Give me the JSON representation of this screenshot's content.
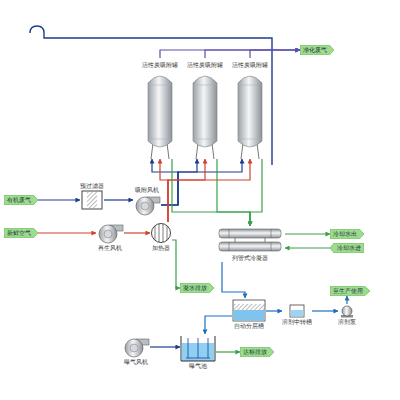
{
  "diagram": {
    "nodes": [
      {
        "text": [
          "净化废气"
        ]
      },
      {
        "text": [
          "活性炭吸附罐"
        ]
      },
      {
        "text": [
          "活性炭吸附罐"
        ]
      },
      {
        "text": [
          "活性炭吸附罐"
        ]
      },
      {
        "text": [
          "有机废气"
        ]
      },
      {
        "text": [
          "预过滤器"
        ]
      },
      {
        "text": [
          "吸附风机"
        ]
      },
      {
        "text": [
          "新鲜空气"
        ]
      },
      {
        "text": [
          "再生风机"
        ]
      },
      {
        "text": [
          "加热器"
        ]
      },
      {
        "text": [
          "冷却水出"
        ]
      },
      {
        "text": [
          "冷却水进"
        ]
      },
      {
        "text": [
          "列管式冷凝器"
        ]
      },
      {
        "text": [
          "凝水排放"
        ]
      },
      {
        "text": [
          "自动分层槽"
        ]
      },
      {
        "text": [
          "溶剂中转槽"
        ]
      },
      {
        "text": [
          "溶剂泵"
        ]
      },
      {
        "text": [
          "至生产使用"
        ]
      },
      {
        "text": [
          "曝气风机"
        ]
      },
      {
        "text": [
          "曝气池"
        ]
      },
      {
        "text": [
          "达标排放"
        ]
      }
    ],
    "edges": [
      {
        "from": 4,
        "to": 5,
        "arrow": "to"
      },
      {
        "from": 5,
        "to": 6,
        "arrow": "to"
      },
      {
        "from": 6,
        "to": 1,
        "arrow": "to"
      },
      {
        "from": 6,
        "to": 2,
        "arrow": "to"
      },
      {
        "from": 6,
        "to": 3,
        "arrow": "to"
      },
      {
        "from": 1,
        "to": 0,
        "arrow": "to"
      },
      {
        "from": 2,
        "to": 0,
        "arrow": "to"
      },
      {
        "from": 3,
        "to": 0,
        "arrow": "to"
      },
      {
        "from": 7,
        "to": 8,
        "arrow": "to"
      },
      {
        "from": 8,
        "to": 9,
        "arrow": "to"
      },
      {
        "from": 9,
        "to": 1,
        "arrow": "to"
      },
      {
        "from": 9,
        "to": 2,
        "arrow": "to"
      },
      {
        "from": 9,
        "to": 3,
        "arrow": "to"
      },
      {
        "from": 1,
        "to": 12,
        "arrow": "to"
      },
      {
        "from": 2,
        "to": 12,
        "arrow": "to"
      },
      {
        "from": 3,
        "to": 12,
        "arrow": "to"
      },
      {
        "from": 11,
        "to": 12,
        "arrow": "to"
      },
      {
        "from": 12,
        "to": 10,
        "arrow": "to"
      },
      {
        "from": 9,
        "to": 13,
        "arrow": "to"
      },
      {
        "from": 12,
        "to": 14,
        "arrow": "to"
      },
      {
        "from": 14,
        "to": 15,
        "arrow": "to"
      },
      {
        "from": 15,
        "to": 16,
        "arrow": "to"
      },
      {
        "from": 16,
        "to": 17,
        "arrow": "to"
      },
      {
        "from": 14,
        "to": 19,
        "arrow": "to"
      },
      {
        "from": 18,
        "to": 19,
        "arrow": "to"
      },
      {
        "from": 19,
        "to": 20,
        "arrow": "to"
      }
    ]
  }
}
